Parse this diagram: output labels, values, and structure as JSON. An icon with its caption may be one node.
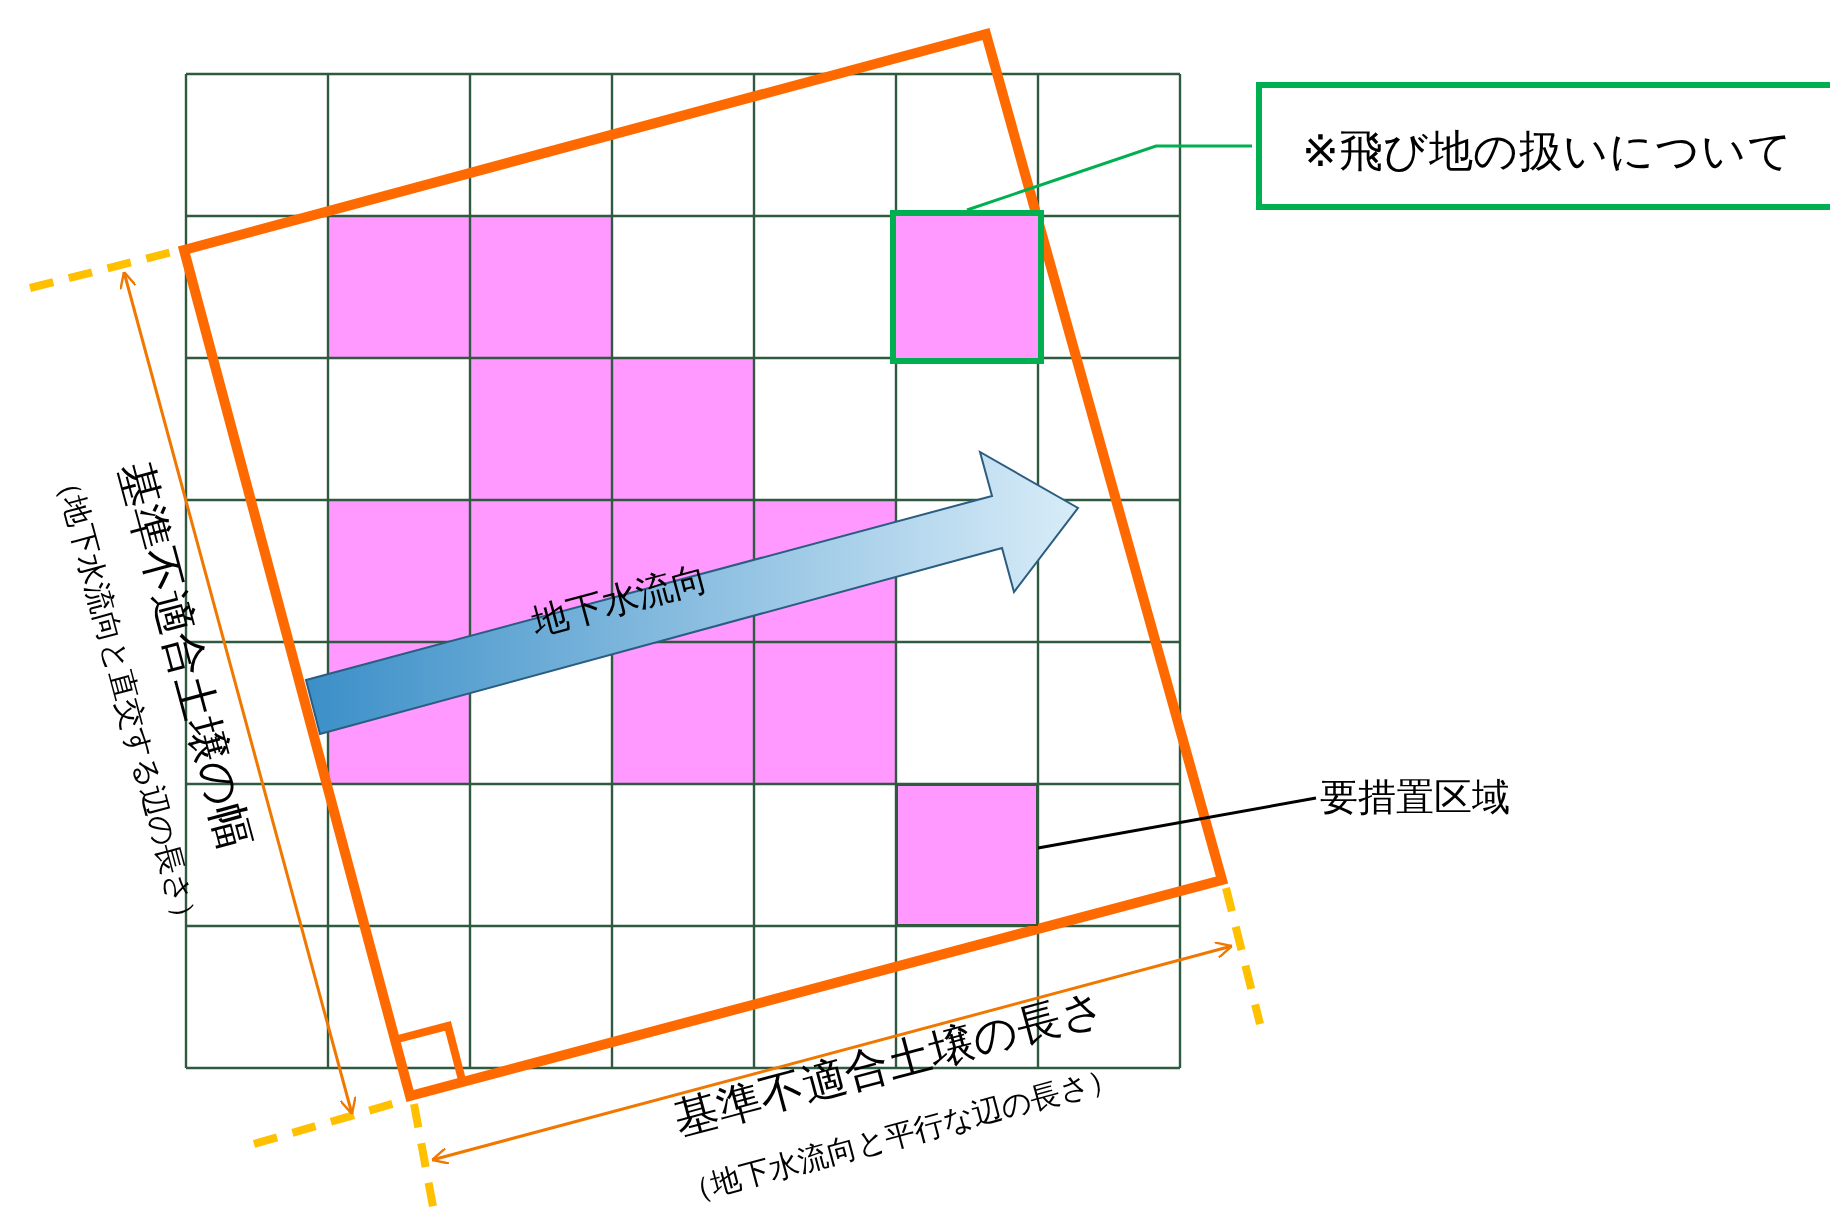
{
  "diagram": {
    "nodes": [
      {
        "text": [
          "※飛び地の扱いについて"
        ]
      },
      {
        "text": [],
        "shape": "box"
      },
      {
        "text": [
          "要措置区域"
        ]
      },
      {
        "text": [],
        "shape": "box"
      }
    ],
    "edges": [
      {
        "from": 0,
        "to": 1,
        "arrow": "none",
        "color": "#00b050"
      },
      {
        "from": 2,
        "to": 3,
        "arrow": "none",
        "color": "#000000"
      }
    ],
    "labels": [
      "地下水流向",
      "基準不適合土壌の幅",
      "（地下水流向と直交する辺の長さ）",
      "基準不適合土壌の長さ",
      "（地下水流向と平行な辺の長さ）"
    ]
  }
}
